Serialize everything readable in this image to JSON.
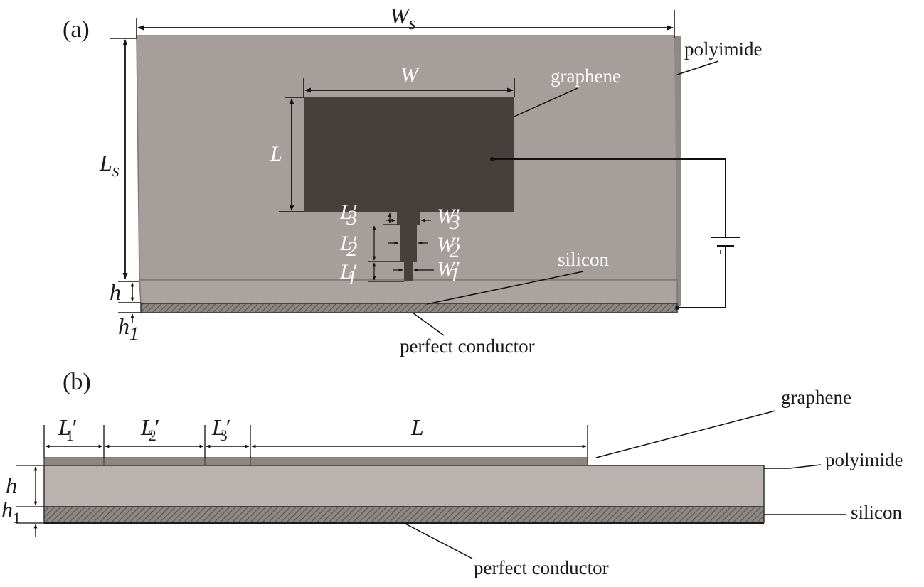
{
  "panels": {
    "a": "(a)",
    "b": "(b)"
  },
  "colors": {
    "polyimide": "#a59e9a",
    "polyimide_light": "#bab2ae",
    "graphene": "#473f3c",
    "silicon_hatch": "#6e6866",
    "conductor": "#2a2a2a"
  },
  "panel_a": {
    "labels": {
      "polyimide": "polyimide",
      "graphene": "graphene",
      "silicon": "silicon",
      "perfect_conductor": "perfect conductor"
    },
    "dims": {
      "Ws": {
        "main": "W",
        "sub": "s"
      },
      "W": "W",
      "Ls": {
        "main": "L",
        "sub": "s"
      },
      "L": "L",
      "h": "h",
      "h1": {
        "main": "h",
        "sub": "1"
      },
      "L3p": {
        "main": "L′",
        "sub": "3"
      },
      "L2p": {
        "main": "L′",
        "sub": "2"
      },
      "L1p": {
        "main": "L′",
        "sub": "1"
      },
      "W3p": {
        "main": "W′",
        "sub": "3"
      },
      "W2p": {
        "main": "W′",
        "sub": "2"
      },
      "W1p": {
        "main": "W′",
        "sub": "1"
      }
    }
  },
  "panel_b": {
    "labels": {
      "graphene": "graphene",
      "polyimide": "polyimide",
      "silicon": "silicon",
      "perfect_conductor": "perfect conductor"
    },
    "dims": {
      "L1p": {
        "main": "L′",
        "sub": "1"
      },
      "L2p": {
        "main": "L′",
        "sub": "2"
      },
      "L3p": {
        "main": "L′",
        "sub": "3"
      },
      "L": "L",
      "h": "h",
      "h1": {
        "main": "h",
        "sub": "1"
      }
    }
  }
}
